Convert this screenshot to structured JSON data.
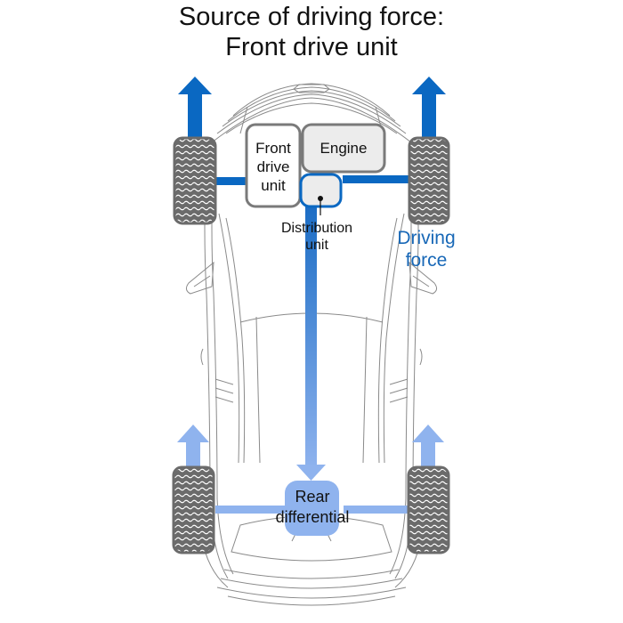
{
  "title": {
    "line1": "Source of driving force:",
    "line2": "Front drive unit"
  },
  "components": {
    "front_drive_unit": [
      "Front",
      "drive",
      "unit"
    ],
    "engine": "Engine",
    "distribution_unit": [
      "Distribution",
      "unit"
    ],
    "rear_differential": [
      "Rear",
      "differential"
    ]
  },
  "legend": {
    "driving_force": [
      "Driving",
      "force"
    ]
  },
  "colors": {
    "front_force": "#0a68c2",
    "rear_force": "#8fb3ee",
    "tire": "#6b6b6b",
    "outline": "#8a8a8a",
    "box_fill": "#ececec",
    "box_stroke": "#7a7a7a",
    "label_blue": "#1868b7"
  },
  "icons": {
    "front_left_arrow": "arrow-up",
    "front_right_arrow": "arrow-up",
    "rear_left_arrow": "arrow-up",
    "rear_right_arrow": "arrow-down"
  }
}
